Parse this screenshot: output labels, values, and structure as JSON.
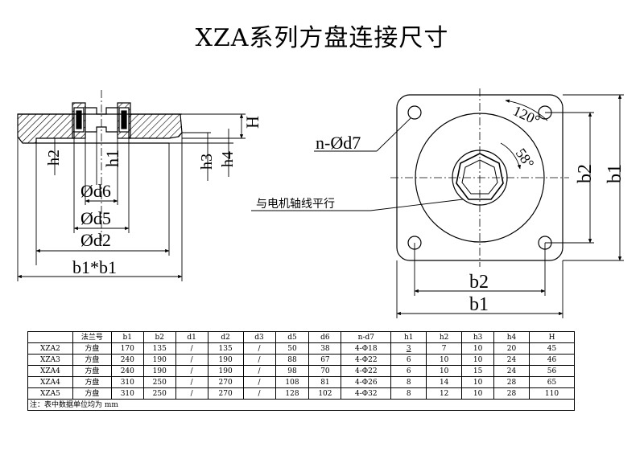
{
  "title": "XZA系列方盘连接尺寸",
  "side_view": {
    "labels": {
      "H": "H",
      "h1": "h1",
      "h2": "h2",
      "h3": "h3",
      "h4": "h4",
      "d6": "Ød6",
      "d5": "Ød5",
      "d2": "Ød2",
      "b1b1": "b1*b1"
    }
  },
  "front_view": {
    "labels": {
      "nd7": "n-Ød7",
      "angle120": "120°",
      "angle58": "58°",
      "note": "与电机轴线平行",
      "b2_right": "b2",
      "b1_right": "b1",
      "b2_bottom": "b2",
      "b1_bottom": "b1"
    }
  },
  "table": {
    "headers": [
      "",
      "法兰号",
      "b1",
      "b2",
      "d1",
      "d2",
      "d3",
      "d5",
      "d6",
      "n-d7",
      "h1",
      "h2",
      "h3",
      "h4",
      "H"
    ],
    "rows": [
      [
        "XZA2",
        "方盘",
        "170",
        "135",
        "/",
        "135",
        "/",
        "50",
        "38",
        "4-Φ18",
        "3",
        "7",
        "10",
        "20",
        "45"
      ],
      [
        "XZA3",
        "方盘",
        "240",
        "190",
        "/",
        "190",
        "/",
        "88",
        "67",
        "4-Φ22",
        "6",
        "10",
        "10",
        "24",
        "46"
      ],
      [
        "XZA4",
        "方盘",
        "240",
        "190",
        "/",
        "190",
        "/",
        "98",
        "70",
        "4-Φ22",
        "6",
        "10",
        "15",
        "24",
        "56"
      ],
      [
        "XZA4",
        "方盘",
        "310",
        "250",
        "/",
        "270",
        "/",
        "108",
        "81",
        "4-Φ26",
        "8",
        "14",
        "10",
        "28",
        "65"
      ],
      [
        "XZA5",
        "方盘",
        "310",
        "250",
        "/",
        "270",
        "/",
        "128",
        "102",
        "4-Φ32",
        "8",
        "12",
        "10",
        "28",
        "110"
      ]
    ],
    "note": "注：表中数据单位均为 mm"
  }
}
